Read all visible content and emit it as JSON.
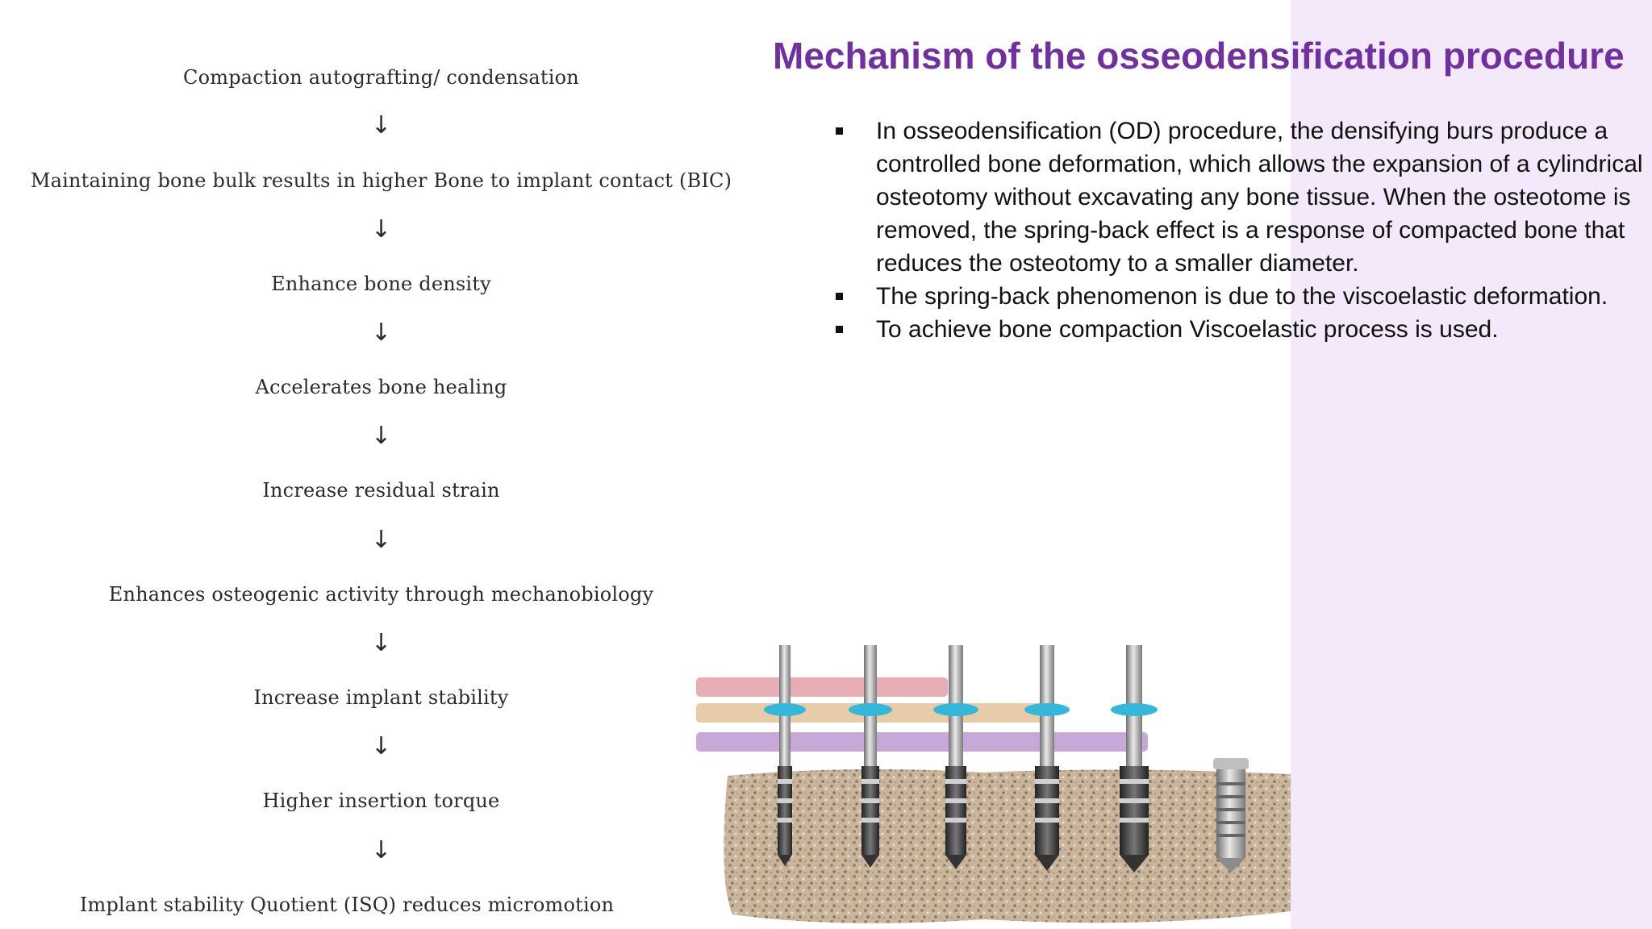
{
  "slide": {
    "title": "Mechanism of the osseodensification procedure",
    "bullets": [
      "In osseodensification (OD) procedure, the densifying burs produce a controlled bone deformation, which allows the expansion of a cylindrical osteotomy without excavating any bone tissue. When the osteotome is removed, the spring-back effect is a response of compacted bone that reduces the osteotomy to a smaller diameter.",
      "The spring-back phenomenon is due to the viscoelastic deformation.",
      "To achieve bone compaction Viscoelastic process is used."
    ]
  },
  "flowchart": {
    "arrow_glyph": "↓",
    "steps": [
      "Compaction autografting/ condensation",
      "Maintaining bone bulk results in higher Bone to implant contact (BIC)",
      "Enhance bone density",
      "Accelerates bone healing",
      "Increase residual strain",
      "Enhances osteogenic activity through mechanobiology",
      "Increase implant stability",
      "Higher insertion torque",
      "Implant stability Quotient (ISQ) reduces micromotion"
    ]
  },
  "colors": {
    "title": "#7030a0",
    "band": "#f3e9fb",
    "depth_band_top": "#e6aeb4",
    "depth_band_middle": "#e8cba8",
    "depth_band_bottom": "#c8a8d8",
    "stopper_ring": "#33b8dc"
  }
}
